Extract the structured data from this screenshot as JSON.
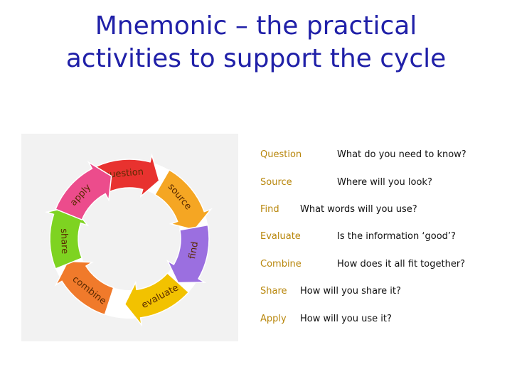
{
  "title": {
    "line1": "Mnemonic – the practical",
    "line2": "activities to support the cycle"
  },
  "cycle": {
    "segments": [
      {
        "label": "question",
        "color": "#e8322f"
      },
      {
        "label": "source",
        "color": "#f5a623"
      },
      {
        "label": "find",
        "color": "#9b6fe0"
      },
      {
        "label": "evaluate",
        "color": "#f2c200"
      },
      {
        "label": "combine",
        "color": "#f07a2b"
      },
      {
        "label": "share",
        "color": "#7ed321"
      },
      {
        "label": "apply",
        "color": "#ec4c8c"
      }
    ]
  },
  "steps": [
    {
      "term": "Question",
      "definition": "What do you need to know?"
    },
    {
      "term": "Source",
      "definition": "Where will you look?"
    },
    {
      "term": "Find",
      "definition": "What words will you use?"
    },
    {
      "term": "Evaluate",
      "definition": "Is the information ‘good’?"
    },
    {
      "term": "Combine",
      "definition": "How does it all fit together?"
    },
    {
      "term": "Share",
      "definition": "How will you share it?"
    },
    {
      "term": "Apply",
      "definition": "How will you use it?"
    }
  ],
  "colors": {
    "title": "#2020a8",
    "term": "#b8860b"
  }
}
